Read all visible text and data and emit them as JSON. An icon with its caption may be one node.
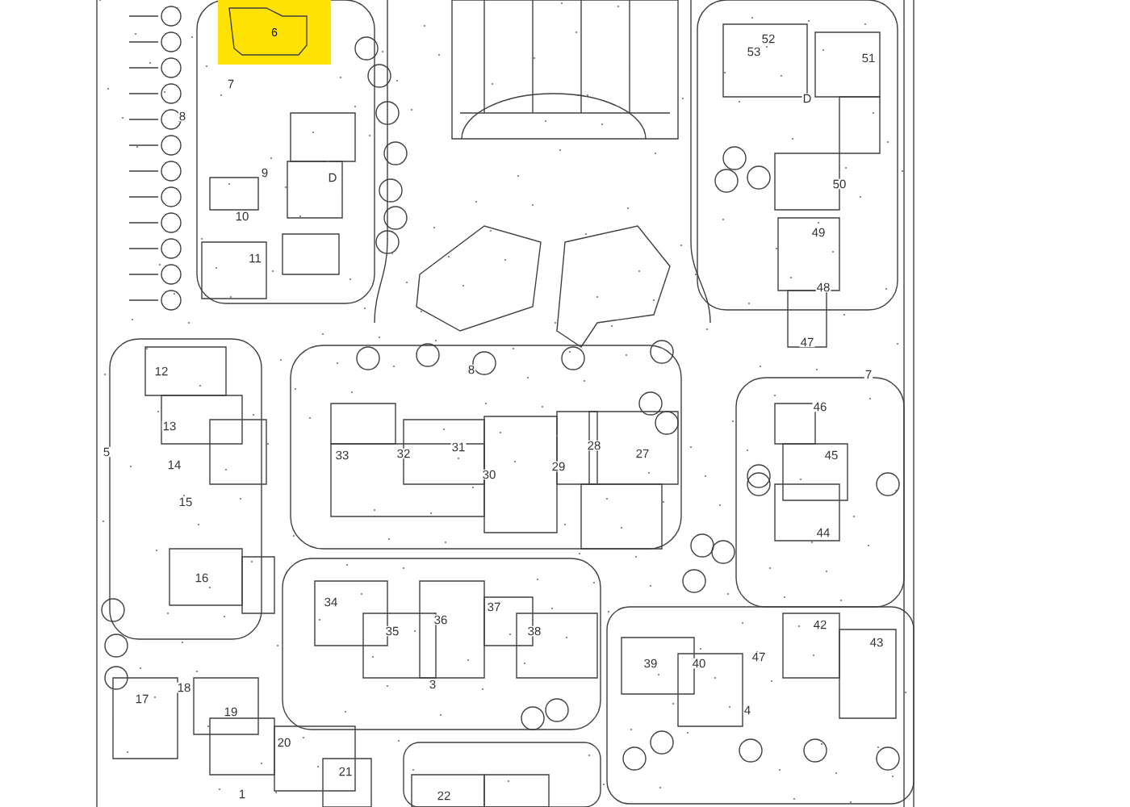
{
  "diagram": {
    "nodes": [
      {
        "text": [
          "6"
        ]
      }
    ],
    "labels": [
      "52",
      "53",
      "51",
      "7",
      "8",
      "D",
      "D",
      "9",
      "10",
      "11",
      "50",
      "49",
      "48",
      "47",
      "12",
      "8",
      "7",
      "13",
      "5",
      "14",
      "15",
      "16",
      "33",
      "32",
      "31",
      "30",
      "29",
      "28",
      "27",
      "46",
      "45",
      "44",
      "34",
      "35",
      "36",
      "37",
      "38",
      "3",
      "39",
      "40",
      "47",
      "42",
      "43",
      "4",
      "17",
      "18",
      "19",
      "20",
      "21",
      "1",
      "22"
    ]
  }
}
